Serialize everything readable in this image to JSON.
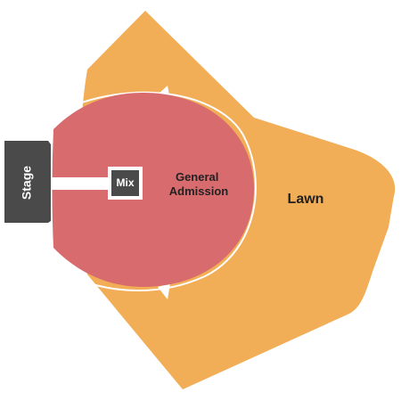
{
  "map": {
    "stage": {
      "label": "Stage"
    },
    "mix": {
      "label": "Mix"
    },
    "general_admission": {
      "line1": "General",
      "line2": "Admission"
    },
    "lawn": {
      "label": "Lawn"
    }
  },
  "colors": {
    "lawn": "#f2ad57",
    "general_admission": "#d86b6e",
    "stage": "#4a4a4a",
    "mix": "#4a4a4a",
    "label_text": "#222222",
    "stage_text": "#ffffff",
    "outline": "#ffffff"
  }
}
